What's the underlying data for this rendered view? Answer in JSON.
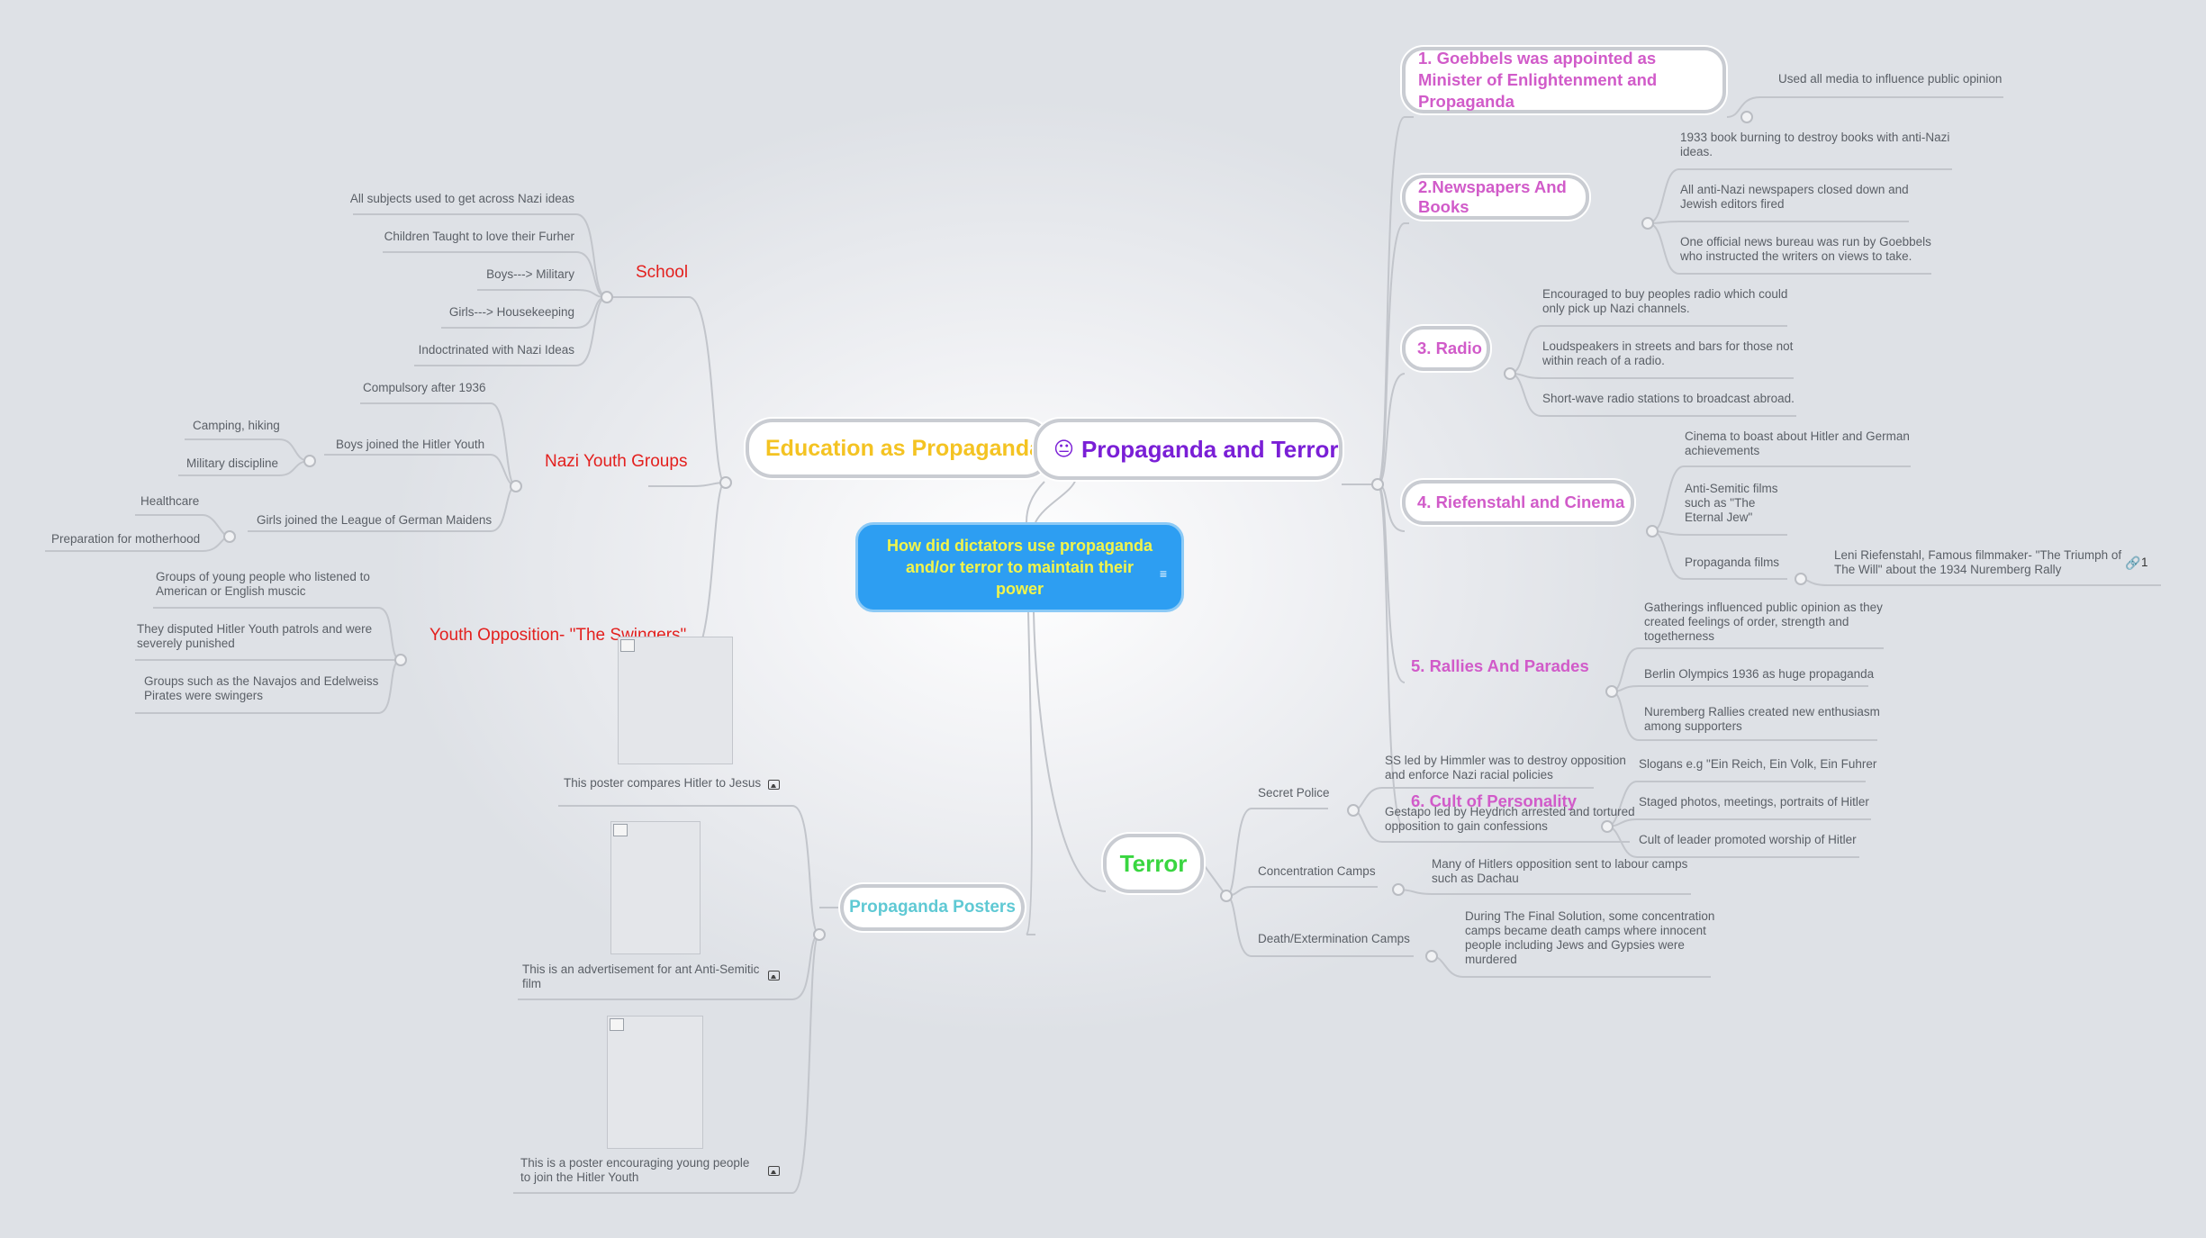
{
  "center": {
    "title": "How did dictators use propaganda and/or terror to maintain their power"
  },
  "main_nodes": {
    "education": "Education as Propaganda",
    "propaganda": "Propaganda and Terror",
    "propaganda_emoji": "😐",
    "terror": "Terror",
    "posters": "Propaganda Posters"
  },
  "colors": {
    "education": "#f4c322",
    "propaganda": "#7a1fd6",
    "terror": "#39d640",
    "posters": "#5fc9d4",
    "propaganda_topics": "#d15bc9",
    "left_sub": "#e3201e",
    "center_bg": "#2d9ef2",
    "center_text": "#f3f54a"
  },
  "left": {
    "school": "School",
    "school_items": [
      "All subjects used to get across Nazi ideas",
      "Children Taught to love their Furher",
      "Boys---> Military",
      "Girls---> Housekeeping",
      "Indoctrinated with Nazi Ideas"
    ],
    "youth": "Nazi Youth Groups",
    "youth_compulsory": "Compulsory after 1936",
    "youth_boys": "Boys joined the Hitler Youth",
    "youth_boys_items": [
      "Camping, hiking",
      "Military discipline"
    ],
    "youth_girls": "Girls joined the League of German Maidens",
    "youth_girls_items": [
      "Healthcare",
      "Preparation for motherhood"
    ],
    "opposition": "Youth Opposition- \"The Swingers\"",
    "opposition_items": [
      "Groups of young people who listened to American or English muscic",
      "They disputed Hitler Youth patrols and were severely punished",
      "Groups such as the Navajos and Edelweiss Pirates were swingers"
    ]
  },
  "posters": {
    "items": [
      "This poster compares Hitler to Jesus",
      "This is an advertisement for ant Anti-Semitic film",
      "This is a poster encouraging young people to join the Hitler Youth"
    ]
  },
  "right": {
    "t1": "1. Goebbels was appointed as Minister of Enlightenment and Propaganda",
    "t1_items": [
      "Used all media to influence public opinion"
    ],
    "t2": "2.Newspapers And Books",
    "t2_items": [
      "1933 book burning to destroy books with anti-Nazi ideas.",
      "All anti-Nazi newspapers closed down and Jewish editors fired",
      "One official news bureau was run by Goebbels who instructed the writers on views to take."
    ],
    "t3": "3. Radio",
    "t3_items": [
      "Encouraged to buy peoples radio which could only pick up Nazi channels.",
      "Loudspeakers in streets and bars for those not within reach of a radio.",
      "Short-wave radio stations to broadcast abroad."
    ],
    "t4": "4. Riefenstahl and Cinema",
    "t4_items": [
      "Cinema to boast about Hitler and German achievements",
      "Anti-Semitic films such as \"The Eternal Jew\"",
      "Propaganda films"
    ],
    "t4_film": "Leni Riefenstahl, Famous filmmaker- \"The Triumph of The Will\" about the 1934 Nuremberg Rally",
    "t4_link_count": "1",
    "t5": "5. Rallies And Parades",
    "t5_items": [
      "Gatherings influenced public opinion as they created feelings of order, strength and togetherness",
      "Berlin Olympics 1936 as huge propaganda",
      "Nuremberg Rallies created new enthusiasm among supporters"
    ],
    "t6": "6. Cult of Personality",
    "t6_items": [
      "Slogans e.g \"Ein Reich, Ein Volk, Ein Fuhrer",
      "Staged photos, meetings, portraits of Hitler",
      "Cult of leader promoted worship of Hitler"
    ]
  },
  "terror": {
    "secret": "Secret Police",
    "secret_items": [
      "SS led by Himmler was to destroy opposition and enforce Nazi racial policies",
      "Gestapo led by Heydrich arrested and tortured opposition to gain confessions"
    ],
    "camps": "Concentration Camps",
    "camps_items": [
      "Many of Hitlers opposition sent to labour camps such as Dachau"
    ],
    "death": "Death/Extermination Camps",
    "death_items": [
      "During The Final Solution, some concentration camps became death camps where innocent people including Jews and Gypsies were murdered"
    ]
  }
}
